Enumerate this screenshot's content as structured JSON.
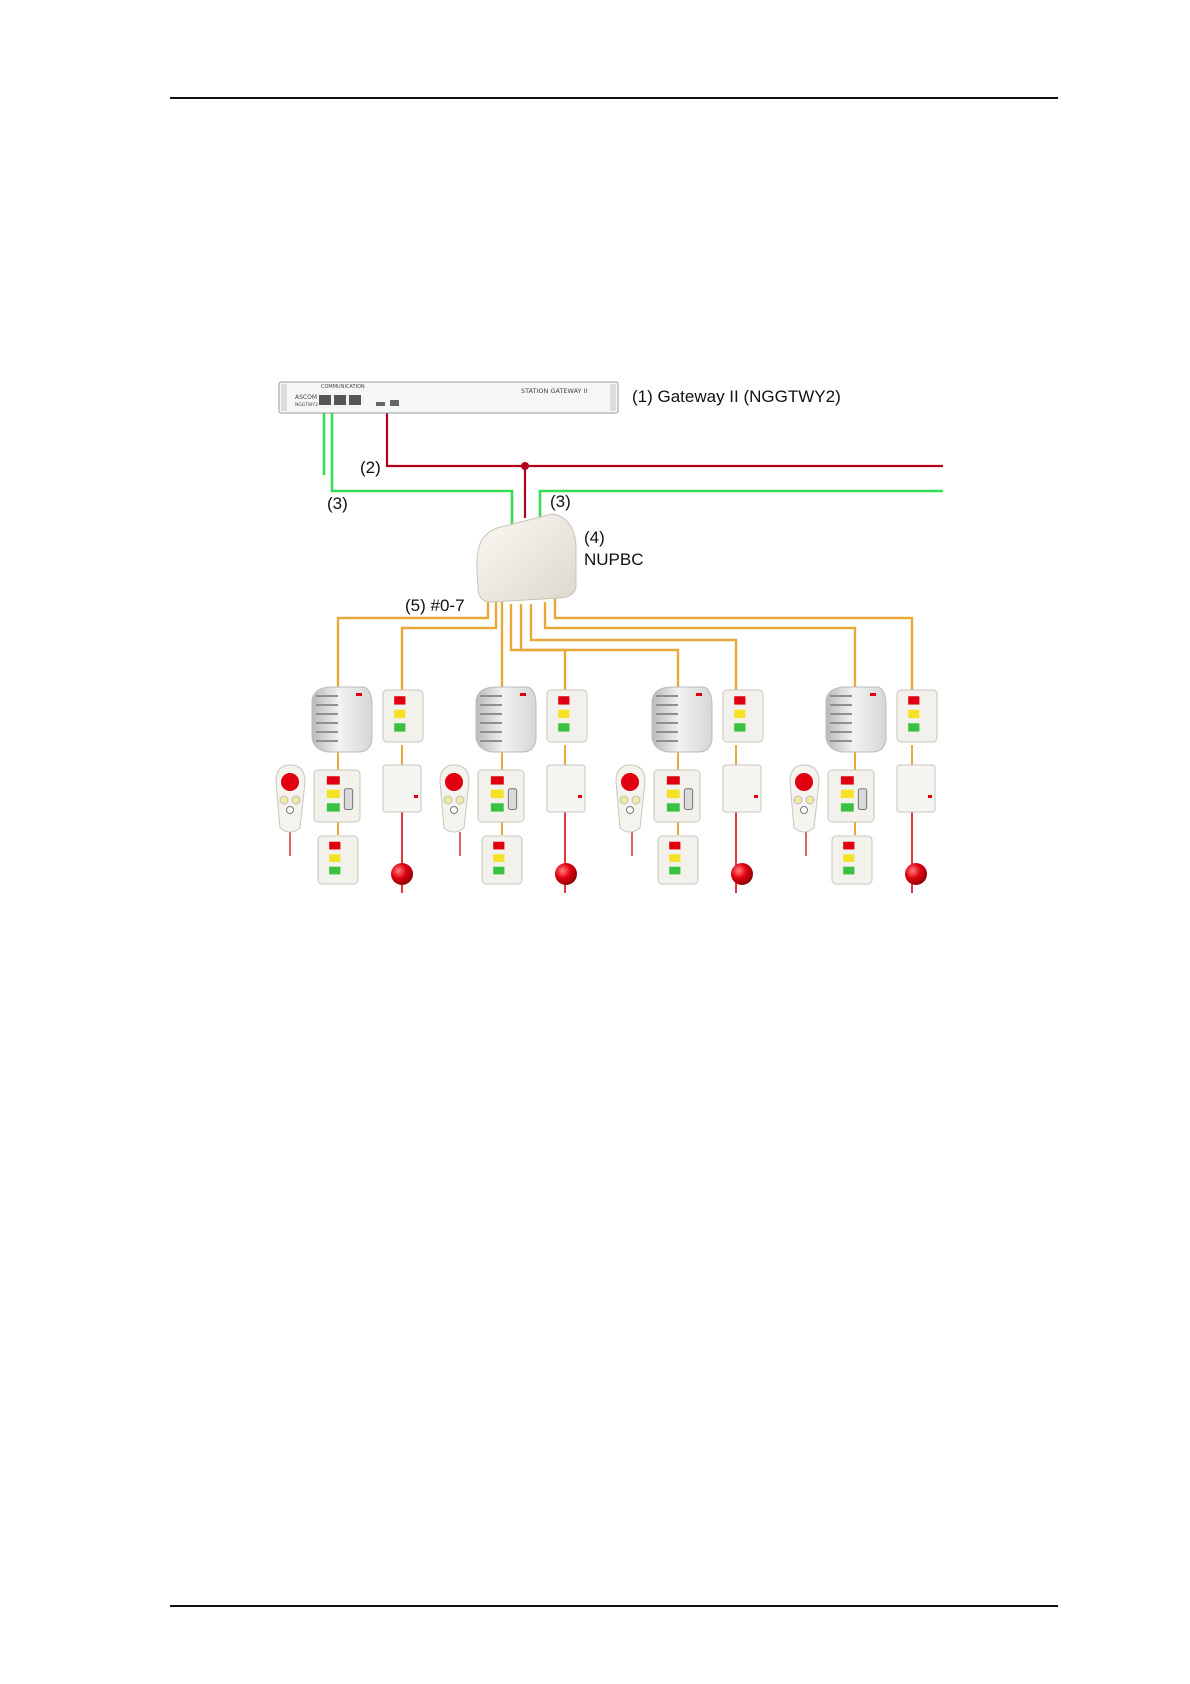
{
  "labels": {
    "gateway": "(1) Gateway II (NGGTWY2)",
    "l2": "(2)",
    "l3a": "(3)",
    "l3b": "(3)",
    "l4_num": "(4)",
    "l4_name": "NUPBC",
    "l5": "(5) #0-7"
  },
  "gateway_panel": {
    "title": "STATION GATEWAY II",
    "section": "COMMUNICATION",
    "brand": "ASCOM",
    "model": "NGGTWY2"
  },
  "colors": {
    "red_line": "#b3001b",
    "green_line": "#33dd55",
    "orange_line": "#e8a93a",
    "bulb": "#e00010",
    "rule": "#111111"
  },
  "icons": {
    "gateway": "rack-gateway-icon",
    "nupbc": "bus-controller-icon",
    "corridor_lamp": "corridor-lamp-icon",
    "room_panel": "room-panel-icon",
    "handset": "pillow-handset-icon",
    "bed_panel": "bed-panel-icon",
    "io_box": "io-box-icon",
    "bulb": "alarm-bulb-icon"
  },
  "groups": [
    "group-0",
    "group-1",
    "group-2",
    "group-3"
  ]
}
